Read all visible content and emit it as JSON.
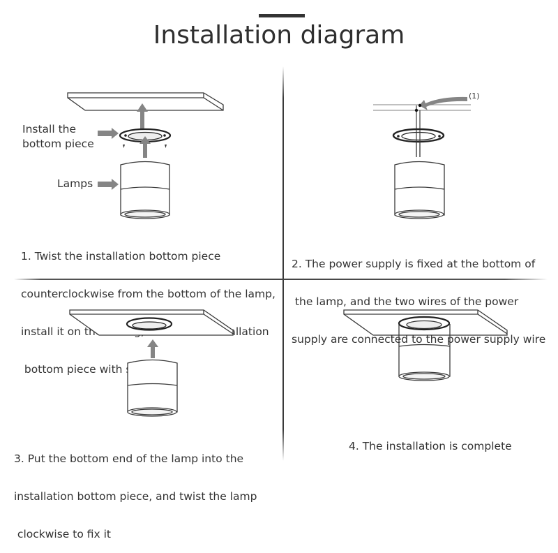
{
  "title": "Installation diagram",
  "steps": [
    {
      "number": "1",
      "caption_lines": [
        "1. Twist the installation bottom piece",
        "counterclockwise from the bottom of the lamp,",
        "install it on the ceiling, and fix the installation",
        " bottom piece with screws"
      ],
      "labels": {
        "bottom_piece_line1": "Install the",
        "bottom_piece_line2": "bottom piece",
        "lamps": "Lamps"
      }
    },
    {
      "number": "2",
      "caption_lines": [
        "2. The power supply is fixed at the bottom of",
        " the lamp, and the two wires of the power",
        "supply are connected to the power supply wire"
      ],
      "labels": {
        "wire_callout": "(1)"
      }
    },
    {
      "number": "3",
      "caption_lines": [
        "3. Put the bottom end of the lamp into the",
        "installation bottom piece, and twist the lamp",
        " clockwise to fix it"
      ]
    },
    {
      "number": "4",
      "caption_lines": [
        "4. The installation is complete"
      ]
    }
  ],
  "colors": {
    "text": "#333333",
    "line": "#3a3a3a",
    "arrow": "#808080",
    "background": "#ffffff"
  }
}
